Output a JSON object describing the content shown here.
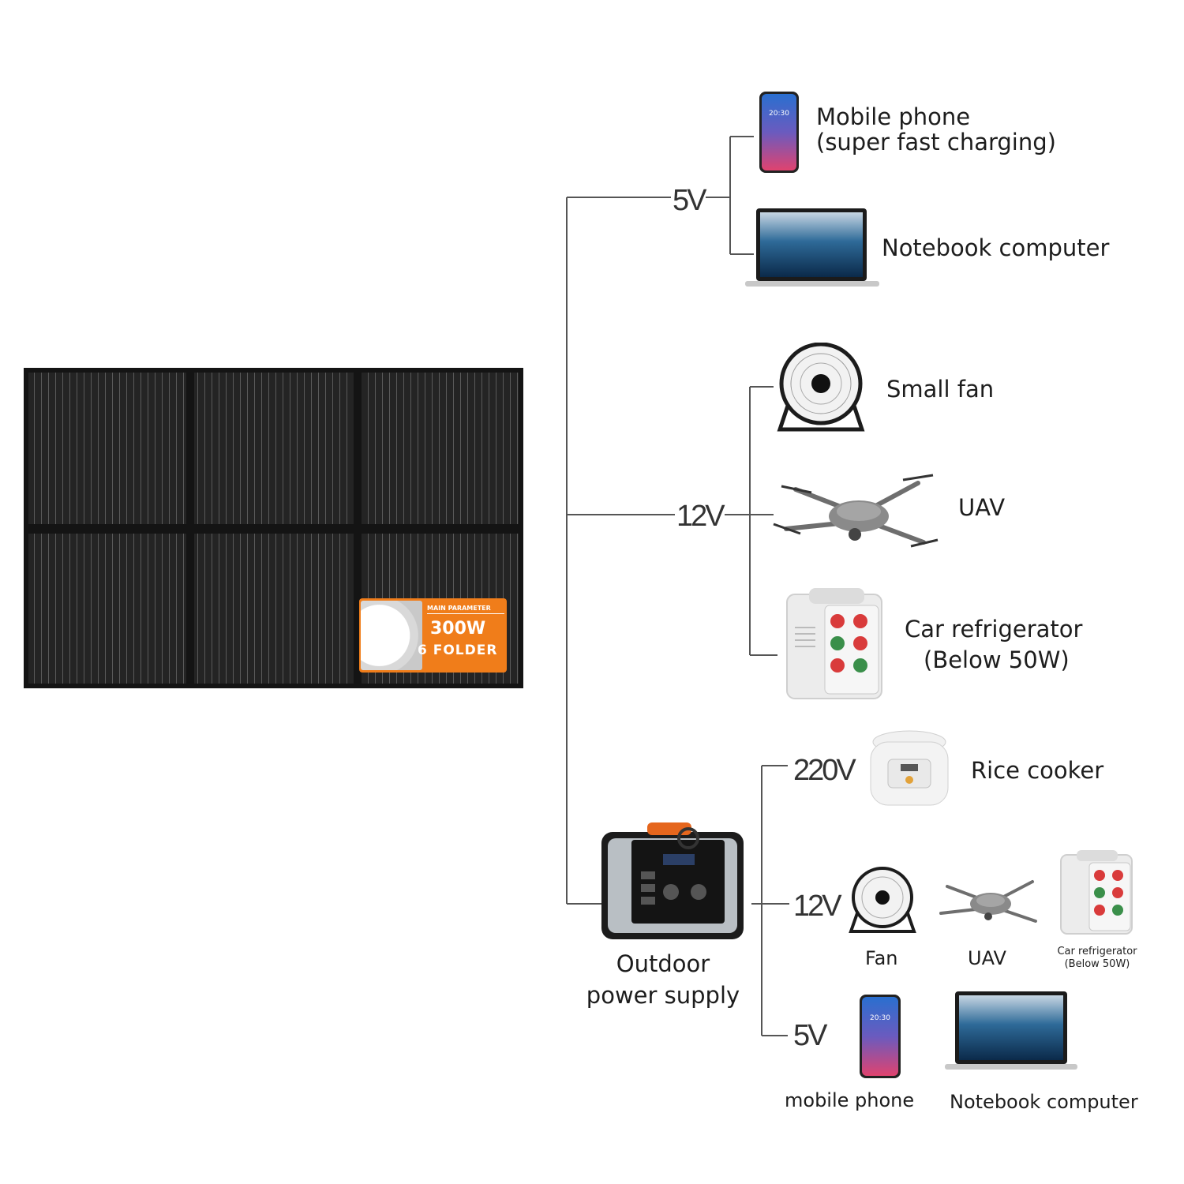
{
  "panel": {
    "badge_header": "MAIN PARAMETER",
    "badge_power": "300W",
    "badge_folds": "6 FOLDER"
  },
  "voltages": {
    "dc5": "5V",
    "dc12": "12V",
    "ac220": "220V",
    "ps12": "12V",
    "ps5": "5V"
  },
  "devices": {
    "phone_line1": "Mobile phone",
    "phone_line2": "(super fast charging)",
    "notebook": "Notebook computer",
    "small_fan": "Small fan",
    "uav": "UAV",
    "fridge_line1": "Car refrigerator",
    "fridge_line2": "(Below 50W)",
    "rice_cooker": "Rice cooker",
    "ps_line1": "Outdoor",
    "ps_line2": "power supply",
    "ps_fan": "Fan",
    "ps_uav": "UAV",
    "ps_fridge_line1": "Car refrigerator",
    "ps_fridge_line2": "(Below 50W)",
    "ps_phone": "mobile phone",
    "ps_notebook": "Notebook computer"
  },
  "phone_clock": "20:30",
  "colors": {
    "badge": "#f07d1a",
    "panel": "#1e1e1e",
    "wire": "#555555"
  }
}
